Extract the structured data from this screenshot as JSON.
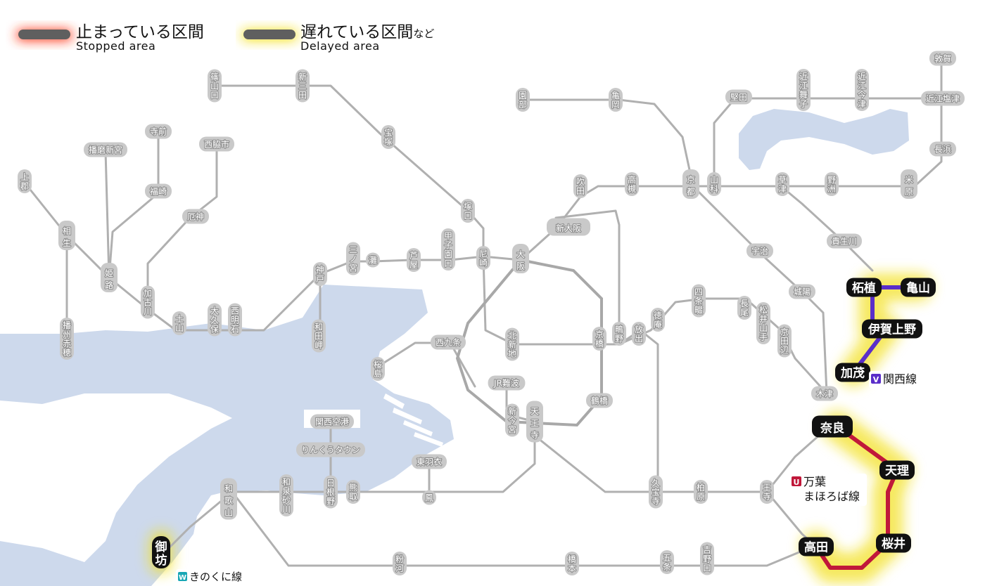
{
  "legend": {
    "stopped": {
      "jp": "止まっている区間",
      "en": "Stopped area",
      "glow": "#ff3b1f"
    },
    "delayed": {
      "jp": "遅れている区間",
      "suffix": "など",
      "en": "Delayed area",
      "glow": "#f5e11a"
    }
  },
  "lines": {
    "kansai": {
      "code": "V",
      "name": "関西線",
      "color": "#5a2ec9"
    },
    "manyo": {
      "code": "U",
      "name": "万葉\nまほろば線",
      "color": "#c0183a"
    },
    "kinokuni": {
      "code": "W",
      "name": "きのくに線",
      "color": "#19a7b5"
    }
  },
  "stations": {
    "sasayamaguchi": "篠山口",
    "shinsanda": "新三田",
    "takarazuka": "宝塚",
    "tsukaguchi": "塚口",
    "amagasaki": "尼崎",
    "koshienguchi": "甲子園口",
    "ashiya": "芦屋",
    "nada": "灘",
    "sannomiya": "三ノ宮",
    "kobe": "神戸",
    "wadamisaki": "和田岬",
    "nishiakashi": "西明石",
    "okubo": "大久保",
    "dokayama": "土山",
    "kakogawa": "加古川",
    "yakujin": "厄神",
    "nishiwakishi": "西脇市",
    "fukusaki": "福崎",
    "teramae": "寺前",
    "harimashinmiya": "播磨新宮",
    "kamigori": "上郡",
    "aioi": "相生",
    "himeji": "姫路",
    "bansyuako": "播州赤穂",
    "sonobe": "園部",
    "kameoka": "亀岡",
    "kyoto": "京都",
    "yamashina": "山科",
    "katata": "堅田",
    "omimaiko": "近江舞子",
    "omiimazu": "近江今津",
    "omishiotsu": "近江塩津",
    "tsuruga": "敦賀",
    "nagahama": "長浜",
    "maibara": "米原",
    "yasu": "野洲",
    "kusatsu": "草津",
    "takatsuki": "高槻",
    "suita": "吹田",
    "shinosaka": "新大阪",
    "osaka": "大阪",
    "uji": "宇治",
    "kibugawa": "貴生川",
    "joyo": "城陽",
    "kizu": "木津",
    "tsuge": "柘植",
    "kameyama": "亀山",
    "igaueno": "伊賀上野",
    "kamo": "加茂",
    "nara": "奈良",
    "tenri": "天理",
    "sakurai": "桜井",
    "takada": "高田",
    "oji": "王寺",
    "kyobashi": "京橋",
    "hanaten": "放出",
    "shigino": "鴫野",
    "tokuan": "徳庵",
    "shijonawate": "四条畷",
    "nagao": "長尾",
    "matsuiyamate": "松井山手",
    "kyotanabe": "京田辺",
    "kitashinchi": "北新地",
    "nishikujo": "西九条",
    "sakurajima": "桜島",
    "tsuruhashi": "鶴橋",
    "jrnamba": "JR難波",
    "shinimamiya": "新今宮",
    "tennoji": "天王寺",
    "kyuhoji": "久宝寺",
    "kashiwara": "柏原",
    "ohtori": "鳳",
    "higashihagoromo": "東羽衣",
    "kumatori": "熊取",
    "hineno": "日根野",
    "rinku": "りんくうタウン",
    "kansaiairport": "関西空港",
    "izumisunagawa": "和泉砂川",
    "wakayama": "和歌山",
    "gobo": "御坊",
    "kokawa": "粉河",
    "hashimoto": "橋本",
    "gojo": "五条",
    "yoshinoguchi": "吉野口"
  }
}
